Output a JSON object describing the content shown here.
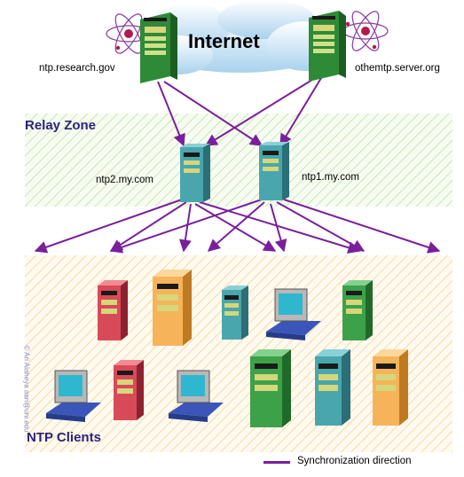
{
  "title": "Internet",
  "zones": {
    "relay": "Relay Zone",
    "clients": "NTP Clients"
  },
  "servers": {
    "top_left": "ntp.research.gov",
    "top_right": "othemtp.server.org",
    "relay_left": "ntp2.my.com",
    "relay_right": "ntp1.my.com"
  },
  "legend": {
    "label": "Synchronization direction",
    "color": "#7a1f9c"
  },
  "copyright": "© Ari Alaheya aari@uni.edu"
}
